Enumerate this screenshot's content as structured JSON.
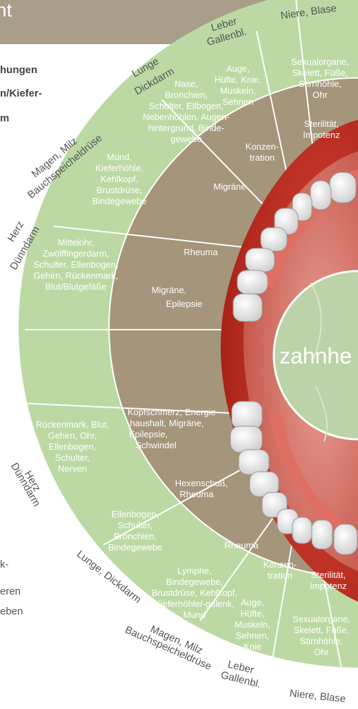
{
  "header": {
    "title_fragment": "nt"
  },
  "intro": {
    "lines": [
      "hungen",
      "n/Kiefer-",
      "m"
    ]
  },
  "footer_text": {
    "lines": [
      "k-",
      "eren",
      "eben"
    ]
  },
  "organs": {
    "top_0": "Niere, Blase",
    "top_1": [
      "Leber",
      "Gallenbl."
    ],
    "top_2": [
      "Lunge",
      "Dickdarm"
    ],
    "top_3": [
      "Magen, Milz",
      "Bauchspeicheldrüse"
    ],
    "top_4": [
      "Herz",
      "Dünndarm"
    ],
    "bot_0": "Niere, Blase",
    "bot_1": [
      "Leber",
      "Gallenbl."
    ],
    "bot_2": [
      "Magen, Milz",
      "Bauchspeicheldrüse"
    ],
    "bot_3": "Lunge, Dickdarm",
    "bot_4": [
      "Herz",
      "Dünndarm"
    ]
  },
  "outer_ring": {
    "top_0": [
      "Sexualorgane,",
      "Skelett, Füße,",
      "Stirnhöhle,",
      "Ohr"
    ],
    "top_1": [
      "Auge,",
      "Hüfte, Knie,",
      "Muskeln,",
      "Sehnen"
    ],
    "top_2": [
      "Nase,",
      "Bronchien,",
      "Schulter, Ellbogen,",
      "Nebenhöhlen, Augen-",
      "hintergrund, Binde-",
      "gewebe"
    ],
    "top_3": [
      "Mund,",
      "Kieferhöhle,",
      "Kehlkopf,",
      "Brustdrüse,",
      "Bindegewebe"
    ],
    "top_4": [
      "Mittelohr,",
      "Zwölffingerdarm,",
      "Schulter, Ellenbogen,",
      "Gehirn, Rückenmark,",
      "Blut/Blutgefäße"
    ],
    "bot_4": [
      "Rückenmark, Blut,",
      "Gehirn, Ohr,",
      "Ellenbogen,",
      "Schulter,",
      "Nerven"
    ],
    "bot_3": [
      "Ellenbogen,",
      "Schulter,",
      "Bronchien,",
      "Bindegewebe"
    ],
    "bot_2": [
      "Lymphe,",
      "Bindegewebe,",
      "Brustdrüse, Kehlkopf,",
      "Kieferhöhle/-gelenk,",
      "Mund"
    ],
    "bot_1": [
      "Auge,",
      "Hüfte,",
      "Muskeln,",
      "Sehnen,",
      "Knie"
    ],
    "bot_0": [
      "Sexualorgane,",
      "Skelett, Füße,",
      "Stirnhöhle,",
      "Ohr"
    ]
  },
  "inner_ring": {
    "top_sterility": [
      "Sterilität,",
      "Impotenz"
    ],
    "top_concentration": [
      "Konzen-",
      "tration"
    ],
    "top_migraine": "Migräne",
    "top_rheuma": "Rheuma",
    "top_migraine_epilepsy": [
      "Migräne,",
      "Epilepsie"
    ],
    "bot_headache": [
      "Kopfschmerz, Energie-",
      "haushalt, Migräne,",
      "Epilepsie,",
      "Schwindel"
    ],
    "bot_lumbago": [
      "Hexenschuß,",
      "Rheuma"
    ],
    "bot_rheuma": "Rheuma",
    "bot_concentration": [
      "Konzen-",
      "tration"
    ],
    "bot_sterility": [
      "Sterilität,",
      "Impotenz"
    ]
  },
  "logo": {
    "text": "zahnhe"
  },
  "colors": {
    "header_bg": "#a89e8a",
    "outer_ring": "#bcd9a4",
    "inner_ring": "#a4957b",
    "ring_border": "#ffffff",
    "tongue": "#d8877d",
    "lips": "#c73a2e",
    "logo_circle": "#bcd2a8"
  }
}
